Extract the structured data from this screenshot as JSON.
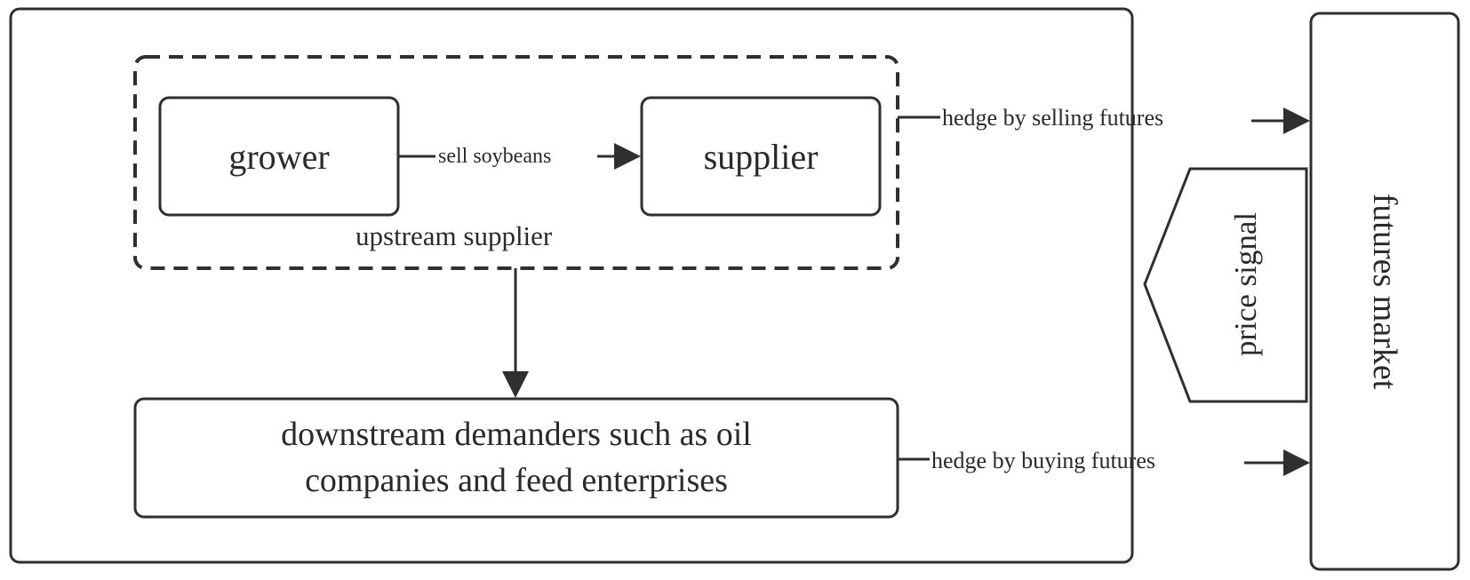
{
  "nodes": {
    "grower": "grower",
    "supplier": "supplier",
    "upstream_group": "upstream supplier",
    "downstream_line1": "downstream demanders such as oil",
    "downstream_line2": "companies and feed enterprises",
    "futures_market": "futures market",
    "price_signal": "price signal"
  },
  "edges": {
    "sell_soybeans": "sell soybeans",
    "hedge_selling": "hedge by selling futures",
    "hedge_buying": "hedge by buying futures"
  },
  "colors": {
    "stroke": "#2f2f2f",
    "text": "#2a2a2a",
    "background": "#ffffff"
  }
}
